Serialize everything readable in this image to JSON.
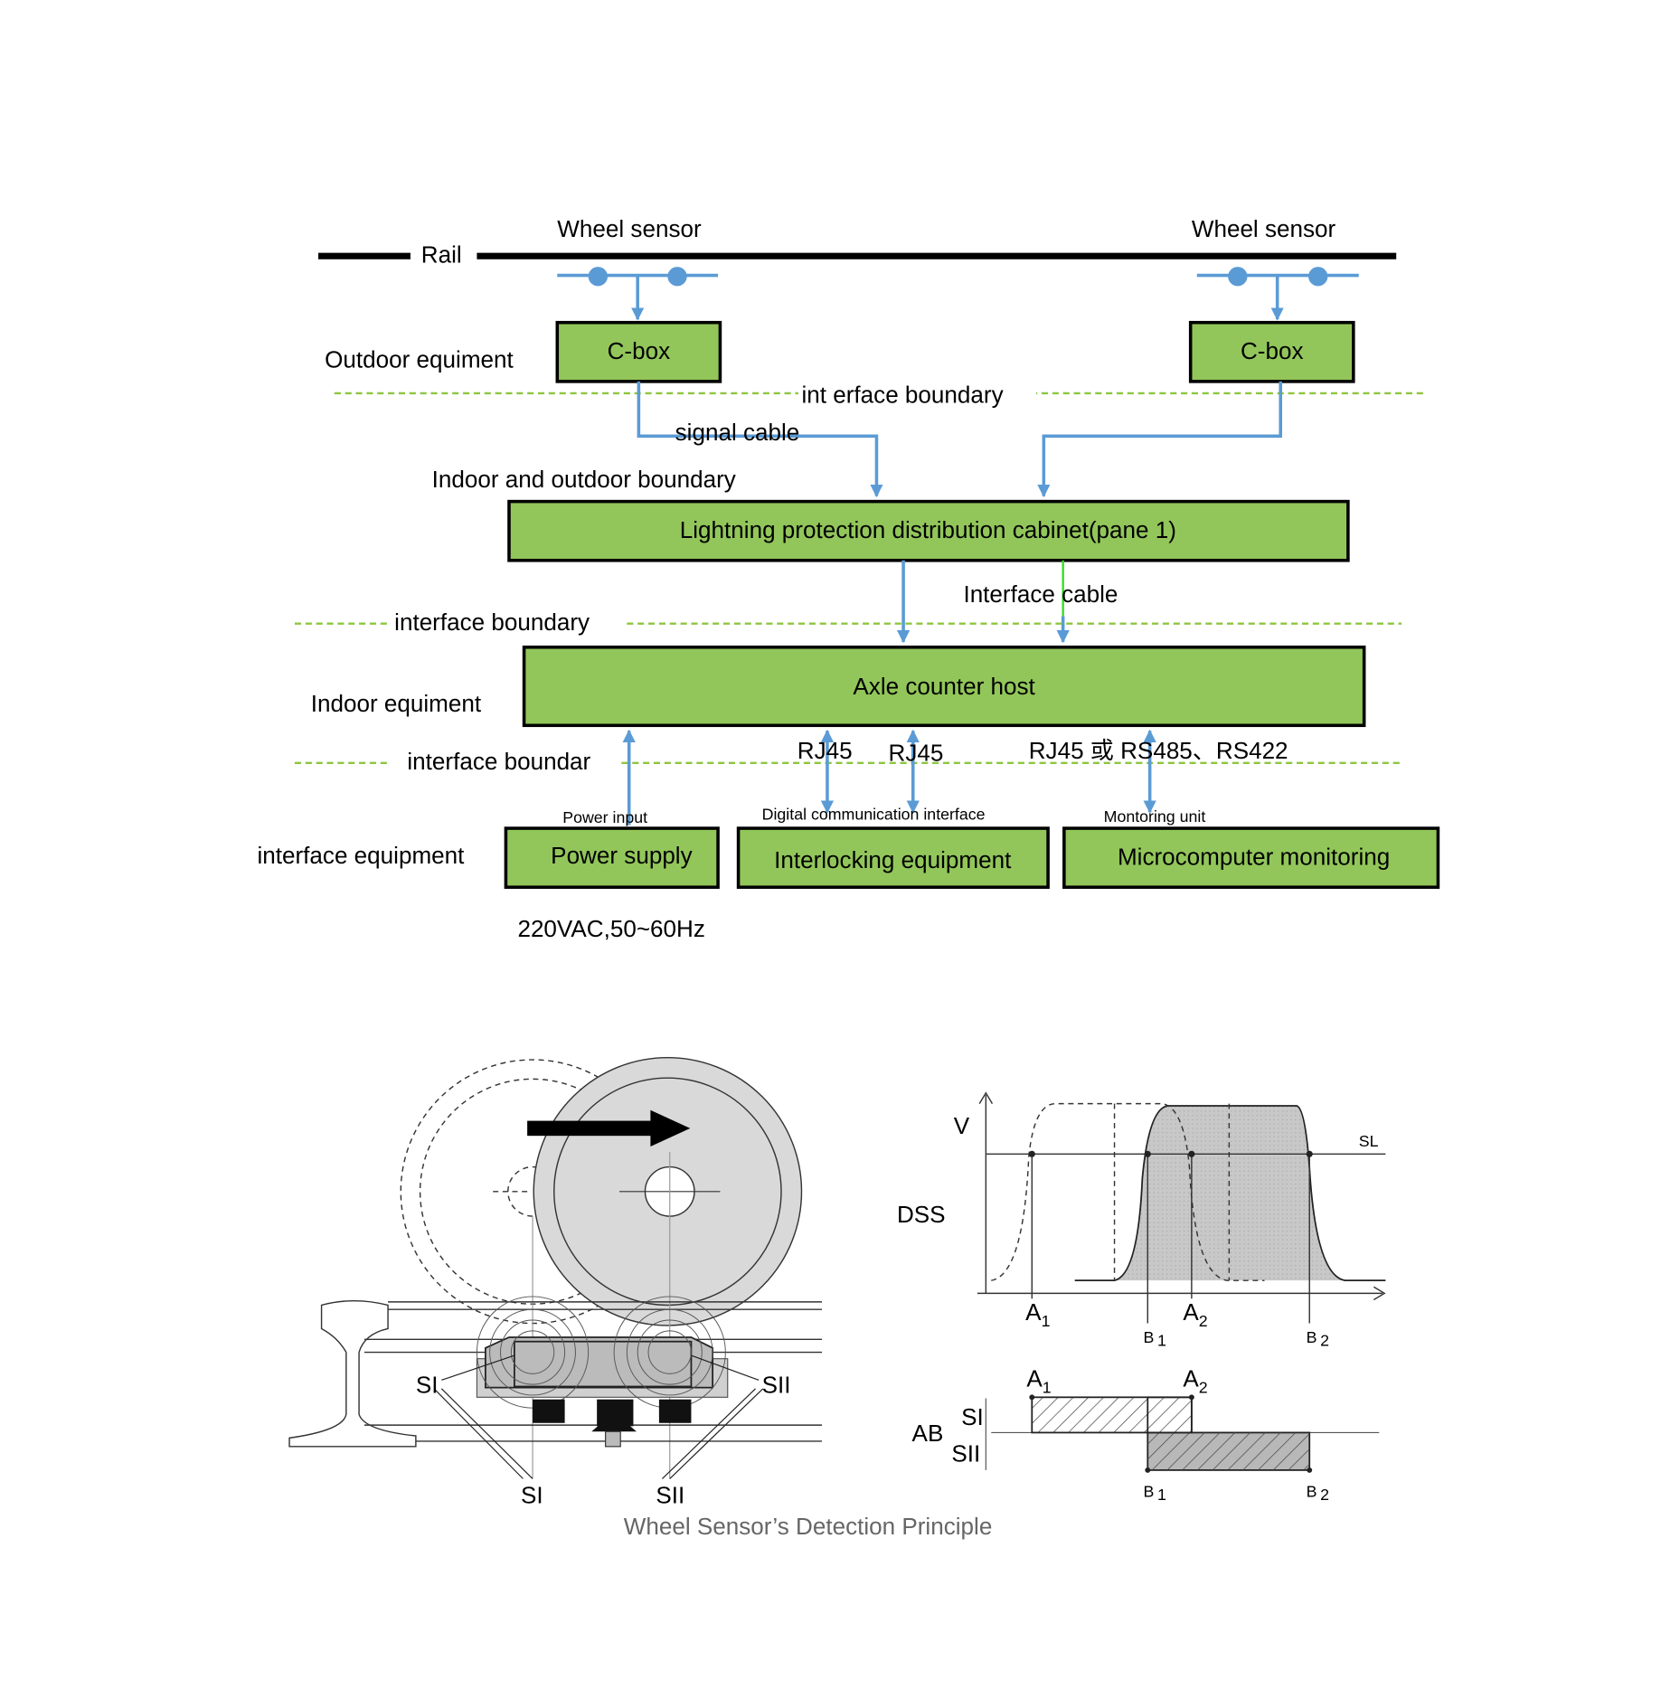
{
  "top": {
    "rail": "Rail",
    "wheel_sensor_left": "Wheel sensor",
    "wheel_sensor_right": "Wheel sensor",
    "cbox_left": "C-box",
    "cbox_right": "C-box",
    "outdoor_equipment": "Outdoor equiment",
    "interface_boundary_1": "int erface boundary",
    "signal_cable": "signal  cable",
    "indoor_outdoor_boundary": "Indoor and outdoor boundary",
    "cabinet": "Lightning protection distribution cabinet(pane 1)",
    "interface_cable": "Interface cable",
    "interface_boundary_2": "interface boundary",
    "host": "Axle counter host",
    "indoor_equipment": "Indoor equiment",
    "interface_boundary_3": "interface boundar",
    "rj45_a": "RJ45",
    "rj45_b": "RJ45",
    "rj45_rs": "RJ45 或 RS485、RS422",
    "power_input": "Power input",
    "digital_comm": "Digital communication interface",
    "monitoring_unit": "Montoring unit",
    "interface_equipment": "interface equipment",
    "power_supply": "Power supply",
    "interlocking": "Interlocking equipment",
    "microcomputer": "Microcomputer monitoring",
    "voltage": "220VAC,50~60Hz"
  },
  "bottom": {
    "si_left": "SI",
    "sii_right": "SII",
    "si_bottom": "SI",
    "sii_bottom": "SII",
    "v": "V",
    "dss": "DSS",
    "sl": "SL",
    "a1": "A",
    "a2": "A",
    "b1": "B",
    "b2": "B",
    "sub1": "1",
    "sub2": "2",
    "ab": "AB",
    "si": "SI",
    "sii": "SII",
    "caption": "Wheel Sensor’s Detection Principle"
  },
  "colors": {
    "box": "#92c65a",
    "line": "#5b9bd5",
    "boundary": "#8dc63f"
  }
}
